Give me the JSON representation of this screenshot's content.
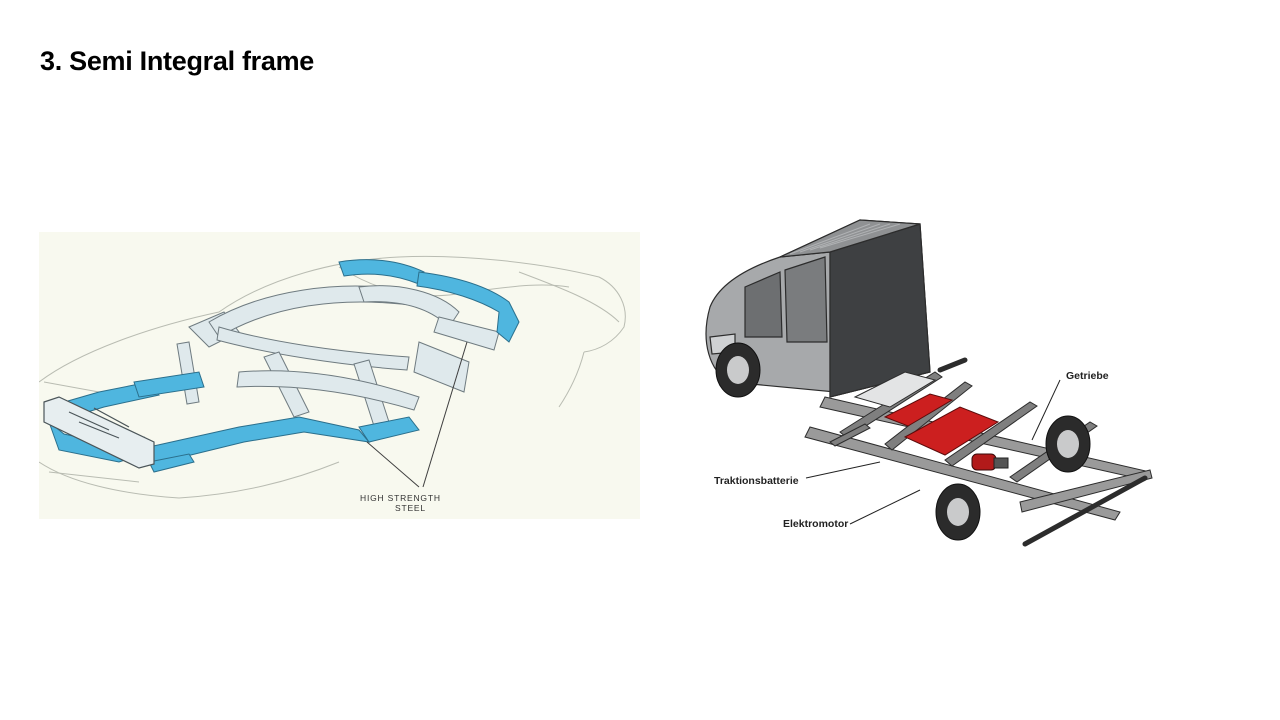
{
  "slide": {
    "title": "3. Semi Integral frame"
  },
  "left_figure": {
    "callout_line1": "HIGH STRENGTH",
    "callout_line2": "STEEL",
    "highlight_color": "#4fb6df",
    "background_color": "#f8f9ef"
  },
  "right_figure": {
    "label_getriebe": "Getriebe",
    "label_traktionsbatterie": "Traktionsbatterie",
    "label_elektromotor": "Elektromotor",
    "battery_color": "#cc1f1f"
  }
}
